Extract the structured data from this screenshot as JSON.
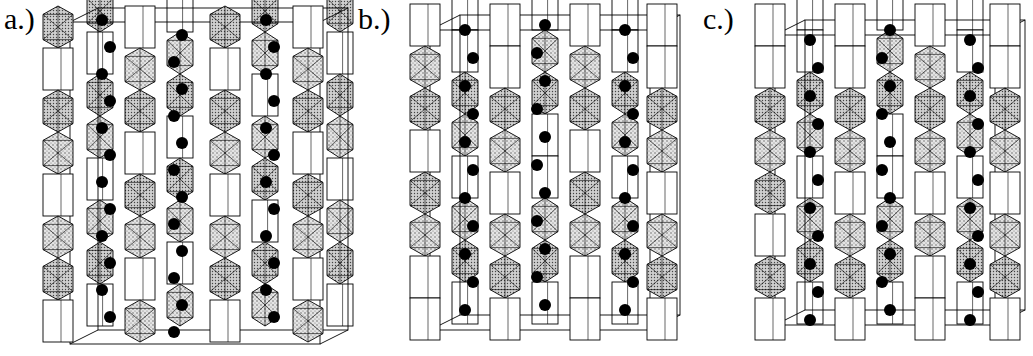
{
  "diagram": {
    "labels": [
      "a.)",
      "b.)",
      "c.)"
    ]
  }
}
